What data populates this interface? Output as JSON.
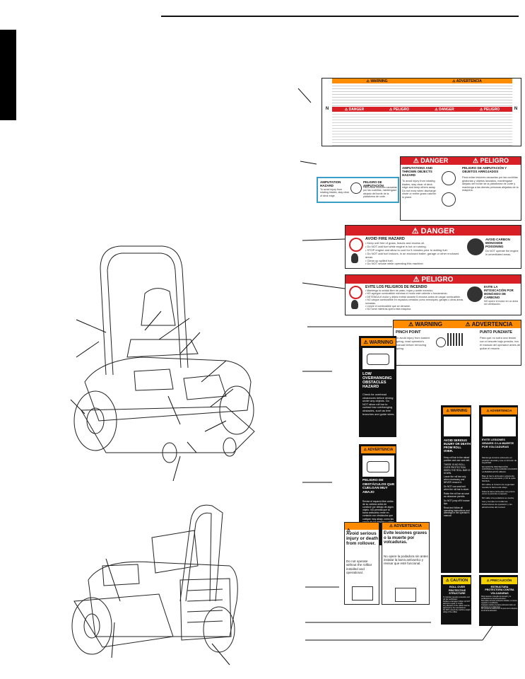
{
  "decals": {
    "d1": {
      "warning": "⚠ WARNING",
      "advertencia": "⚠ ADVERTENCIA",
      "danger": "⚠ DANGER",
      "peligro": "⚠ PELIGRO"
    },
    "d2": {
      "danger": "⚠ DANGER",
      "peligro": "⚠ PELIGRO",
      "en_title": "AMPUTATIONS AND THROWN OBJECTS HAZARD",
      "en_body": "To avoid injury from rotating blades, stay clear of deck edge and keep others away. Do not mow when discharge chute or entire grass catcher in place.",
      "es_title": "PELIGRO DE AMPUTACIÓN Y OBJETOS ARROJADOS",
      "es_body": "Para evitar lesiones causadas por las cuchillas giratorias y objetos lanzados, manténgase alejado del borde de la plataforma de corte y mantenga a las demás personas alejadas de la máquina.",
      "small_en_title": "AMPUTATION HAZARD",
      "small_en_body": "To avoid injury from rotating blades, stay clear of deck edge.",
      "small_es_title": "PELIGRO DE AMPUTACIÓN",
      "small_es_body": "Para evitar lesiones causadas por las cuchillas, manténgase alejado del borde de la plataforma de corte."
    },
    "d3": {
      "header": "⚠ DANGER",
      "title": "AVOID FIRE HAZARD",
      "lines": [
        "• Keep unit free of grass, leaves and excess oil.",
        "• Do NOT add fuel while engine is hot or running.",
        "• STOP engine and allow to cool for 5 minutes prior to adding fuel.",
        "• Do NOT add fuel indoors, in an enclosed trailer, garage or other enclosed areas.",
        "• Clean up spilled fuel.",
        "• Do NOT smoke while operating this machine."
      ],
      "co_title": "AVOID CARBON MONOXIDE POISONING",
      "co_body": "Do NOT operate the engine in unventilated areas."
    },
    "d4": {
      "header": "⚠ PELIGRO",
      "title": "EVITE LOS PELIGROS DE INCENDIO",
      "lines": [
        "• Mantenga la unidad libre de pasto, hojas y aceite excesivo.",
        "• NO agregue combustible mientras el motor esté caliente o funcionando.",
        "• DETENGA el motor y déjelo enfriar durante 5 minutos antes de cargar combustible.",
        "• NO cargue combustible en espacios cerrados como remolques, garajes u otras áreas cerradas.",
        "• Limpie el combustible que se derrame.",
        "• NO fume mientras opera esta máquina."
      ],
      "co_title": "EVITE LA INTOXICACIÓN POR MONÓXIDO DE CARBONO",
      "co_body": "NO opere el motor en un área sin ventilación."
    },
    "d5": {
      "warning": "⚠ WARNING",
      "advertencia": "⚠ ADVERTENCIA",
      "en_title": "PINCH POINT",
      "en_body": "To avoid injury from loaded spring, read operator's manual before removing spring.",
      "es_title": "PUNTO PUNZANTE",
      "es_body": "Para que no sufra una lesión con el resorte bajo presión, lea el manual del operador antes de quitar el resorte."
    },
    "d6": {
      "header": "⚠ WARNING",
      "title": "LOW OVERHANGING OBSTACLES HAZARD",
      "body": "Check for overhead clearances before driving under any objects. Do NOT allow roll bar to contact low overhanging obstacles, such as tree branches and guide wires."
    },
    "d7": {
      "header": "⚠ ADVERTENCIA",
      "title": "PELIGRO DE OBSTÁCULOS QUE CUELGAN MUY ABAJO",
      "body": "Revise el espacio libre arriba de su cabeza antes de conducir por debajo de algún objeto. NO permita que la barra antivuelco entre en contacto con obstáculos que cuelgan muy abajo, como las ramas de los árboles y cables guía."
    },
    "d8": {
      "header": "⚠ WARNING",
      "title": "AVOID SERIOUS INJURY OR DEATH FROM ROLL OVER.",
      "lines": [
        "Keep roll bar in the raised position and use seat belt.",
        "THERE IS NO ROLL-OVER PROTECTION WHEN THE ROLL BAR IS DOWN.",
        "Lower the roll bar only when necessary and NEVER remove it.",
        "Do NOT use seat belt when the roll bar is down.",
        "Raise the roll bar as soon as clearance permits.",
        "Do NOT jump off if mower tips.",
        "Read and follow all operating instructions and warnings in the operator's manual."
      ]
    },
    "d9": {
      "header": "⚠ ADVERTENCIA",
      "title": "EVITE LESIONES GRAVES O LA MUERTE POR VOLCADURAS",
      "lines": [
        "Mantenga la barra antivuelco en posición elevada y use el cinturón de seguridad.",
        "NO EXISTE PROTECCIÓN CONTRA LA VOLCADURA CUANDO LA BARRA ESTÁ ABAJO.",
        "Baje la barra antivuelco solamente cuando sea necesario y NO la quite NUNCA.",
        "NO utilice el cinturón de seguridad cuando la barra esté abajo.",
        "Suba la barra antivuelco tan pronto como lo permita el espacio.",
        "NO salte si la podadora se vuelca.",
        "Lea y cumpla con todas las instrucciones de operación y las advertencias del manual."
      ]
    },
    "d10": {
      "title": "Avoid serious injury or death from rollover.",
      "body": "Do not operate without the rollbar installed and operational."
    },
    "d11": {
      "header": "⚠ ADVERTENCIA",
      "title": "Evite lesiones graves o la muerte por volcaduras.",
      "body": "No opere la podadora sin antes instalar la barra antivuelco y revisar que esté funcional."
    },
    "d12": {
      "header": "⚠ CAUTION",
      "title": "ROLL OVER PROTECTIVE STRUCTURE",
      "lines": [
        "To maintain operator protection and roll bar certification:",
        "Replace a damaged rollbar; do NOT attempt to repair or modify.",
        "Any alteration of the rollbar must be approved by the manufacturer.",
        "Do NOT exceed the machine weight rating of the rollbar."
      ]
    },
    "d13": {
      "header": "⚠ PRECAUCIÓN",
      "title": "ESTRUCTURA PROTECTORA CONTRA VOLCADURAS",
      "lines": [
        "Para mantener protegido al operador y la certificación de la barra antivuelco:",
        "Reemplace la barra antivuelco dañada; no intente repararla ni modificarla.",
        "Cualquier cambio a la barra antivuelco debe ser aprobado por el fabricante.",
        "NO exceda la clasificación de peso de la máquina de la barra antivuelco."
      ]
    }
  }
}
